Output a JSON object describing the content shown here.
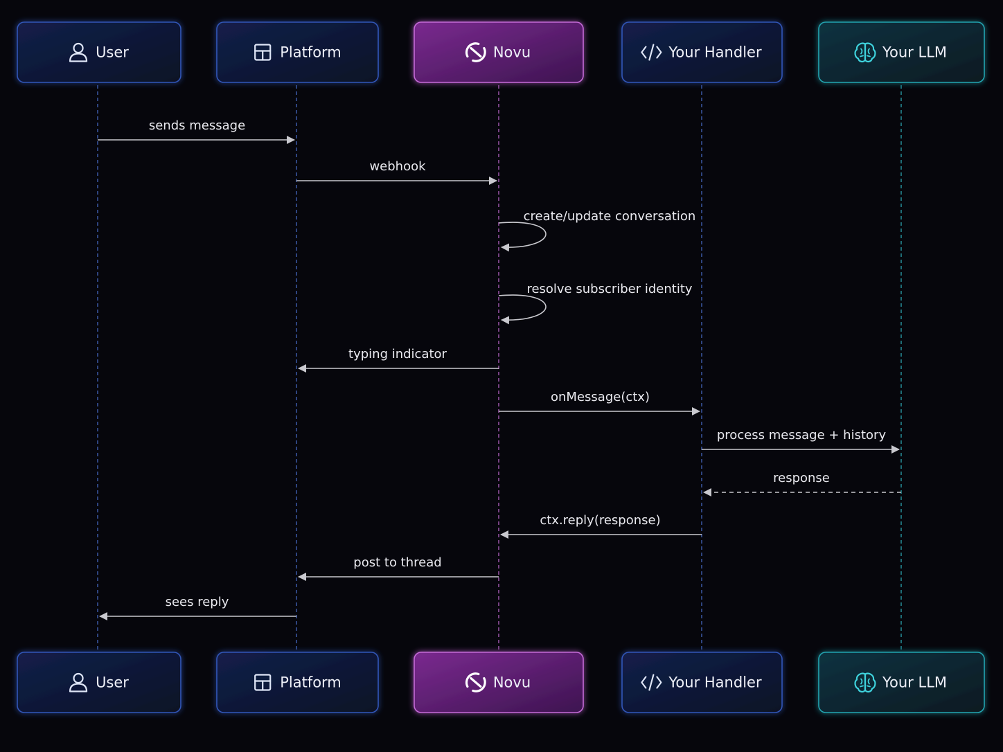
{
  "actors": [
    {
      "id": "user",
      "label": "User",
      "icon": "user-icon",
      "theme": "blue"
    },
    {
      "id": "platform",
      "label": "Platform",
      "icon": "layout-icon",
      "theme": "blue"
    },
    {
      "id": "novu",
      "label": "Novu",
      "icon": "novu-logo-icon",
      "theme": "purple"
    },
    {
      "id": "handler",
      "label": "Your Handler",
      "icon": "code-icon",
      "theme": "blue"
    },
    {
      "id": "llm",
      "label": "Your LLM",
      "icon": "brain-icon",
      "theme": "teal"
    }
  ],
  "messages": [
    {
      "from": "user",
      "to": "platform",
      "label": "sends message",
      "style": "solid"
    },
    {
      "from": "platform",
      "to": "novu",
      "label": "webhook",
      "style": "solid"
    },
    {
      "from": "novu",
      "to": "novu",
      "label": "create/update conversation",
      "style": "self"
    },
    {
      "from": "novu",
      "to": "novu",
      "label": "resolve subscriber identity",
      "style": "self"
    },
    {
      "from": "novu",
      "to": "platform",
      "label": "typing indicator",
      "style": "solid"
    },
    {
      "from": "novu",
      "to": "handler",
      "label": "onMessage(ctx)",
      "style": "solid"
    },
    {
      "from": "handler",
      "to": "llm",
      "label": "process message + history",
      "style": "solid"
    },
    {
      "from": "llm",
      "to": "handler",
      "label": "response",
      "style": "dashed"
    },
    {
      "from": "handler",
      "to": "novu",
      "label": "ctx.reply(response)",
      "style": "solid"
    },
    {
      "from": "novu",
      "to": "platform",
      "label": "post to thread",
      "style": "solid"
    },
    {
      "from": "platform",
      "to": "user",
      "label": "sees reply",
      "style": "solid"
    }
  ],
  "colors": {
    "background": "#06060c",
    "blue_fill": "#0d1733",
    "blue_border": "#3156b8",
    "purple_fill": "#5a1f6e",
    "purple_border": "#c46ad6",
    "teal_fill": "#0b2430",
    "teal_border": "#23a4b0",
    "arrow": "#c9c9cf",
    "text": "#eef0f8"
  }
}
